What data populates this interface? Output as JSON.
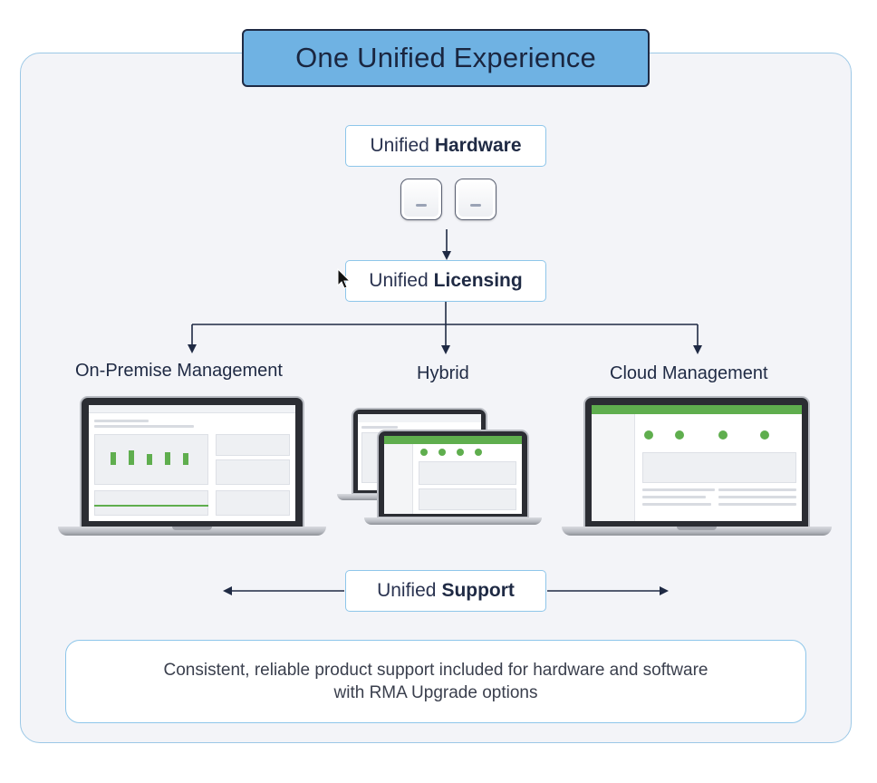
{
  "title": "One Unified Experience",
  "hardware": {
    "light": "Unified",
    "bold": "Hardware"
  },
  "licensing": {
    "light": "Unified",
    "bold": "Licensing"
  },
  "columns": {
    "on_premise": "On-Premise Management",
    "hybrid": "Hybrid",
    "cloud": "Cloud Management"
  },
  "support": {
    "light": "Unified",
    "bold": "Support"
  },
  "description": {
    "line1": "Consistent, reliable product support included for hardware and software",
    "line2": "with RMA Upgrade options"
  },
  "icons": [
    "access-point-icon",
    "access-point-icon",
    "arrow-down-icon",
    "arrow-left-icon",
    "arrow-right-icon",
    "mouse-cursor-icon",
    "laptop-icon"
  ],
  "colors": {
    "title_fill": "#6fb2e3",
    "border_blue": "#8ec6ea",
    "arrow_navy": "#1f2a44",
    "dashboard_green": "#5fae4e"
  }
}
